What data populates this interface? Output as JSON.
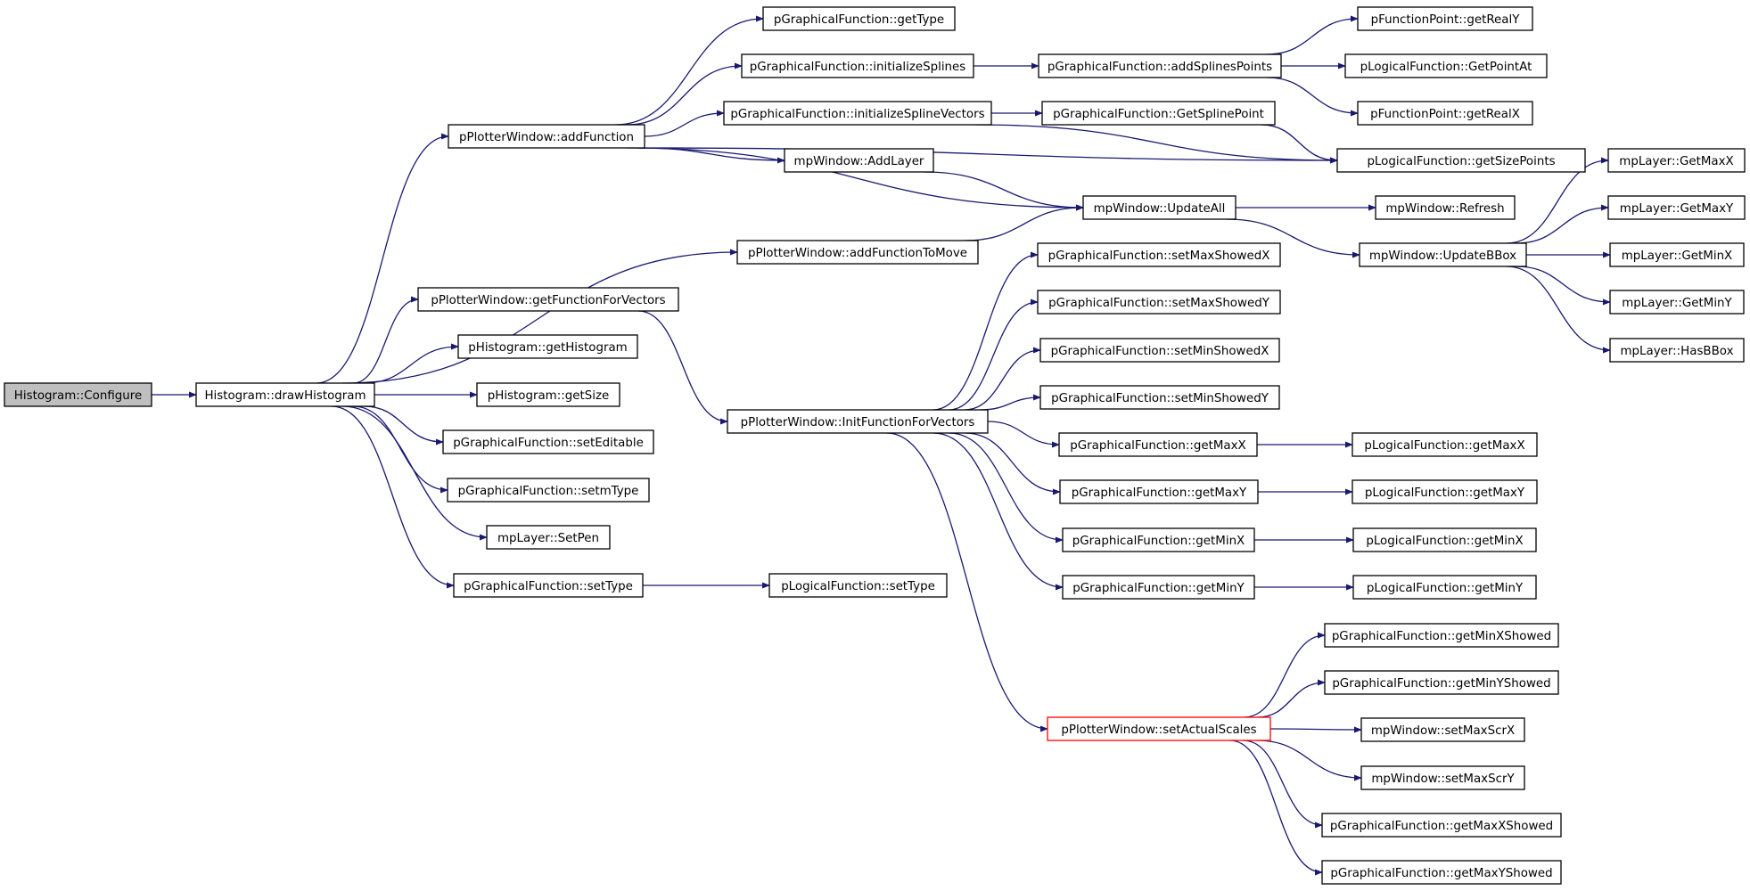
{
  "graph": {
    "colors": {
      "edge": "#191970",
      "node_border": "#000000",
      "root_fill": "#bfbfbf",
      "highlight_border": "#ff0000",
      "node_fill": "#ffffff"
    },
    "nodes": [
      {
        "id": "n0",
        "label": "Histogram::Configure",
        "role": "root"
      },
      {
        "id": "n1",
        "label": "Histogram::drawHistogram"
      },
      {
        "id": "n2",
        "label": "pPlotterWindow::addFunction"
      },
      {
        "id": "n3",
        "label": "pPlotterWindow::addFunctionToMove"
      },
      {
        "id": "n4",
        "label": "pPlotterWindow::getFunctionForVectors"
      },
      {
        "id": "n5",
        "label": "pHistogram::getHistogram"
      },
      {
        "id": "n6",
        "label": "pHistogram::getSize"
      },
      {
        "id": "n7",
        "label": "pGraphicalFunction::setEditable"
      },
      {
        "id": "n8",
        "label": "pGraphicalFunction::setmType"
      },
      {
        "id": "n9",
        "label": "mpLayer::SetPen"
      },
      {
        "id": "n10",
        "label": "pGraphicalFunction::setType"
      },
      {
        "id": "n11",
        "label": "pGraphicalFunction::getType"
      },
      {
        "id": "n12",
        "label": "pGraphicalFunction::initializeSplines"
      },
      {
        "id": "n13",
        "label": "pGraphicalFunction::initializeSplineVectors"
      },
      {
        "id": "n14",
        "label": "mpWindow::AddLayer"
      },
      {
        "id": "n15",
        "label": "pPlotterWindow::InitFunctionForVectors"
      },
      {
        "id": "n16",
        "label": "pLogicalFunction::setType"
      },
      {
        "id": "n17",
        "label": "pGraphicalFunction::addSplinesPoints"
      },
      {
        "id": "n18",
        "label": "pGraphicalFunction::GetSplinePoint"
      },
      {
        "id": "n19",
        "label": "mpWindow::UpdateAll"
      },
      {
        "id": "n20",
        "label": "pGraphicalFunction::setMaxShowedX"
      },
      {
        "id": "n21",
        "label": "pGraphicalFunction::setMaxShowedY"
      },
      {
        "id": "n22",
        "label": "pGraphicalFunction::setMinShowedX"
      },
      {
        "id": "n23",
        "label": "pGraphicalFunction::setMinShowedY"
      },
      {
        "id": "n24",
        "label": "pGraphicalFunction::getMaxX"
      },
      {
        "id": "n25",
        "label": "pGraphicalFunction::getMaxY"
      },
      {
        "id": "n26",
        "label": "pGraphicalFunction::getMinX"
      },
      {
        "id": "n27",
        "label": "pGraphicalFunction::getMinY"
      },
      {
        "id": "n28",
        "label": "pPlotterWindow::setActualScales",
        "role": "highlight"
      },
      {
        "id": "n29",
        "label": "pFunctionPoint::getRealY"
      },
      {
        "id": "n30",
        "label": "pLogicalFunction::GetPointAt"
      },
      {
        "id": "n31",
        "label": "pFunctionPoint::getRealX"
      },
      {
        "id": "n32",
        "label": "pLogicalFunction::getSizePoints"
      },
      {
        "id": "n33",
        "label": "mpWindow::Refresh"
      },
      {
        "id": "n34",
        "label": "mpWindow::UpdateBBox"
      },
      {
        "id": "n35",
        "label": "pLogicalFunction::getMaxX"
      },
      {
        "id": "n36",
        "label": "pLogicalFunction::getMaxY"
      },
      {
        "id": "n37",
        "label": "pLogicalFunction::getMinX"
      },
      {
        "id": "n38",
        "label": "pLogicalFunction::getMinY"
      },
      {
        "id": "n39",
        "label": "pGraphicalFunction::getMinXShowed"
      },
      {
        "id": "n40",
        "label": "pGraphicalFunction::getMinYShowed"
      },
      {
        "id": "n41",
        "label": "mpWindow::setMaxScrX"
      },
      {
        "id": "n42",
        "label": "mpWindow::setMaxScrY"
      },
      {
        "id": "n43",
        "label": "pGraphicalFunction::getMaxXShowed"
      },
      {
        "id": "n44",
        "label": "pGraphicalFunction::getMaxYShowed"
      },
      {
        "id": "n45",
        "label": "mpLayer::GetMaxX"
      },
      {
        "id": "n46",
        "label": "mpLayer::GetMaxY"
      },
      {
        "id": "n47",
        "label": "mpLayer::GetMinX"
      },
      {
        "id": "n48",
        "label": "mpLayer::GetMinY"
      },
      {
        "id": "n49",
        "label": "mpLayer::HasBBox"
      }
    ],
    "edges": [
      [
        "n0",
        "n1"
      ],
      [
        "n1",
        "n2"
      ],
      [
        "n1",
        "n3"
      ],
      [
        "n1",
        "n4"
      ],
      [
        "n1",
        "n5"
      ],
      [
        "n1",
        "n6"
      ],
      [
        "n1",
        "n7"
      ],
      [
        "n1",
        "n8"
      ],
      [
        "n1",
        "n9"
      ],
      [
        "n1",
        "n10"
      ],
      [
        "n2",
        "n11"
      ],
      [
        "n2",
        "n12"
      ],
      [
        "n2",
        "n13"
      ],
      [
        "n2",
        "n14"
      ],
      [
        "n2",
        "n19"
      ],
      [
        "n2",
        "n32"
      ],
      [
        "n3",
        "n19"
      ],
      [
        "n4",
        "n15"
      ],
      [
        "n10",
        "n16"
      ],
      [
        "n12",
        "n17"
      ],
      [
        "n17",
        "n29"
      ],
      [
        "n17",
        "n30"
      ],
      [
        "n17",
        "n31"
      ],
      [
        "n13",
        "n18"
      ],
      [
        "n13",
        "n32"
      ],
      [
        "n18",
        "n32"
      ],
      [
        "n14",
        "n19"
      ],
      [
        "n19",
        "n33"
      ],
      [
        "n19",
        "n34"
      ],
      [
        "n34",
        "n45"
      ],
      [
        "n34",
        "n46"
      ],
      [
        "n34",
        "n47"
      ],
      [
        "n34",
        "n48"
      ],
      [
        "n34",
        "n49"
      ],
      [
        "n15",
        "n20"
      ],
      [
        "n15",
        "n21"
      ],
      [
        "n15",
        "n22"
      ],
      [
        "n15",
        "n23"
      ],
      [
        "n15",
        "n24"
      ],
      [
        "n15",
        "n25"
      ],
      [
        "n15",
        "n26"
      ],
      [
        "n15",
        "n27"
      ],
      [
        "n15",
        "n28"
      ],
      [
        "n24",
        "n35"
      ],
      [
        "n25",
        "n36"
      ],
      [
        "n26",
        "n37"
      ],
      [
        "n27",
        "n38"
      ],
      [
        "n28",
        "n39"
      ],
      [
        "n28",
        "n40"
      ],
      [
        "n28",
        "n41"
      ],
      [
        "n28",
        "n42"
      ],
      [
        "n28",
        "n43"
      ],
      [
        "n28",
        "n44"
      ]
    ]
  }
}
